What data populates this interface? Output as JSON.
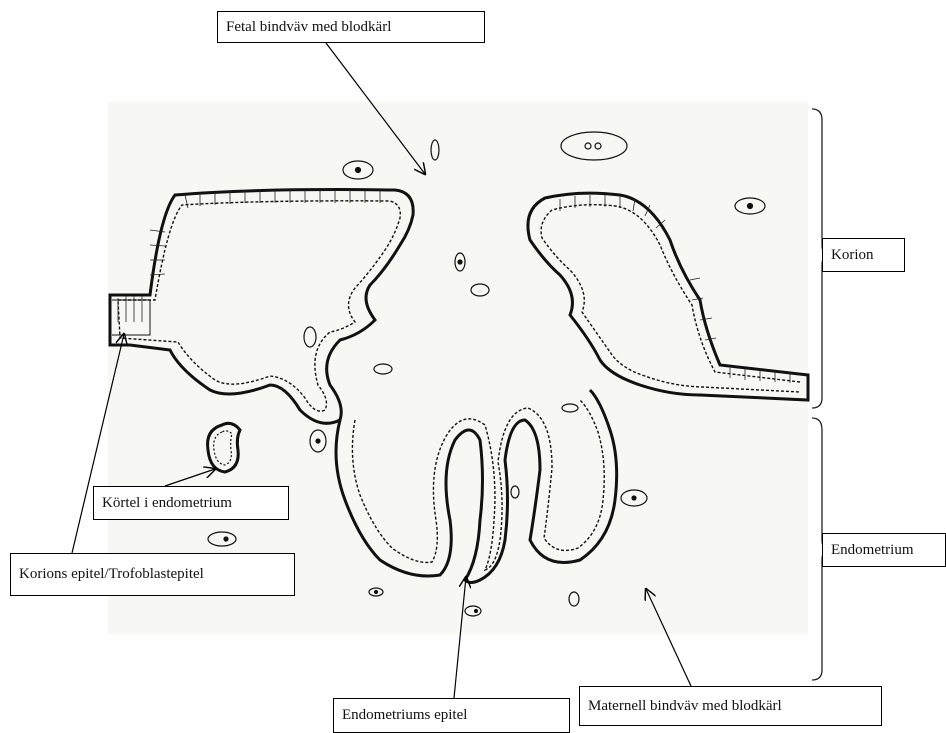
{
  "labels": {
    "fetal_connective": "Fetal bindväv med blodkärl",
    "korion": "Korion",
    "kortel": "Körtel i endometrium",
    "endometrium": "Endometrium",
    "korions_epitel": "Korions epitel/Trofoblastepitel",
    "maternell_connective": "Maternell bindväv med blodkärl",
    "endometriums_epitel": "Endometriums epitel"
  },
  "colors": {
    "ink": "#111111",
    "tissue_background": "#f7f7f4",
    "line": "#000000"
  }
}
